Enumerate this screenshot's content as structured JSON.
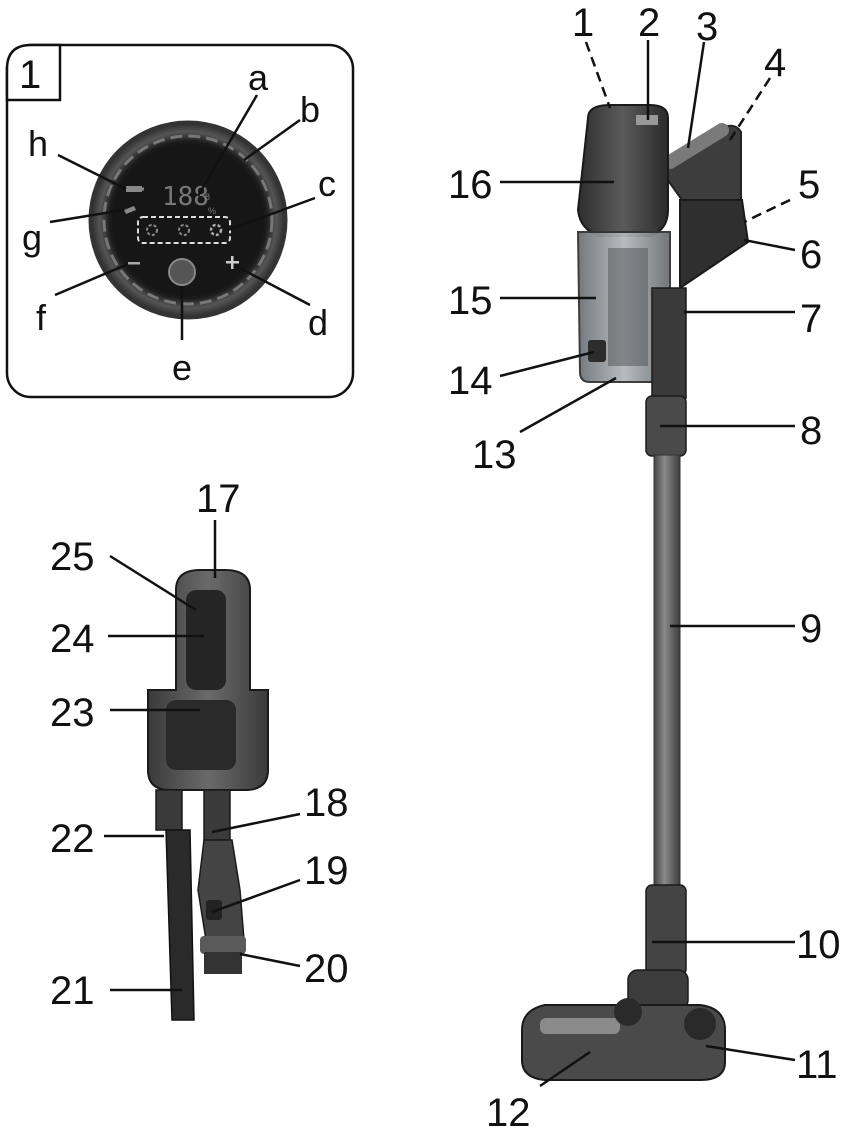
{
  "inset": {
    "number": "1",
    "display": {
      "digits": "188",
      "unit": "%",
      "small_b": "8"
    },
    "labels": [
      "a",
      "b",
      "c",
      "d",
      "e",
      "f",
      "g",
      "h"
    ]
  },
  "callouts": [
    "1",
    "2",
    "3",
    "4",
    "5",
    "6",
    "7",
    "8",
    "9",
    "10",
    "11",
    "12",
    "13",
    "14",
    "15",
    "16",
    "17",
    "18",
    "19",
    "20",
    "21",
    "22",
    "23",
    "24",
    "25"
  ],
  "colors": {
    "ink": "#111111",
    "body_dark": "#3a3a3a",
    "body_mid": "#5a5a5a",
    "tube": "#6e6e6e",
    "bin": "#8a8f93"
  }
}
